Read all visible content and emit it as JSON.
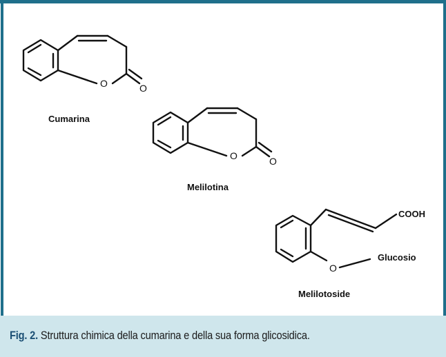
{
  "structures": {
    "cumarina": {
      "name": "Cumarina",
      "ring_oxygen": "O",
      "carbonyl_oxygen": "O"
    },
    "melilotina": {
      "name": "Melilotina",
      "ring_oxygen": "O",
      "carbonyl_oxygen": "O"
    },
    "melilotoside": {
      "name": "Melilotoside",
      "acid_group": "COOH",
      "ether_oxygen": "O",
      "sugar": "Glucosio"
    }
  },
  "caption": {
    "label": "Fig. 2.",
    "text": "Struttura chimica della cumarina e della sua forma glicosidica."
  },
  "colors": {
    "border": "#1f6f8b",
    "caption_band": "#cfe6ec",
    "caption_label": "#1b4f74"
  }
}
